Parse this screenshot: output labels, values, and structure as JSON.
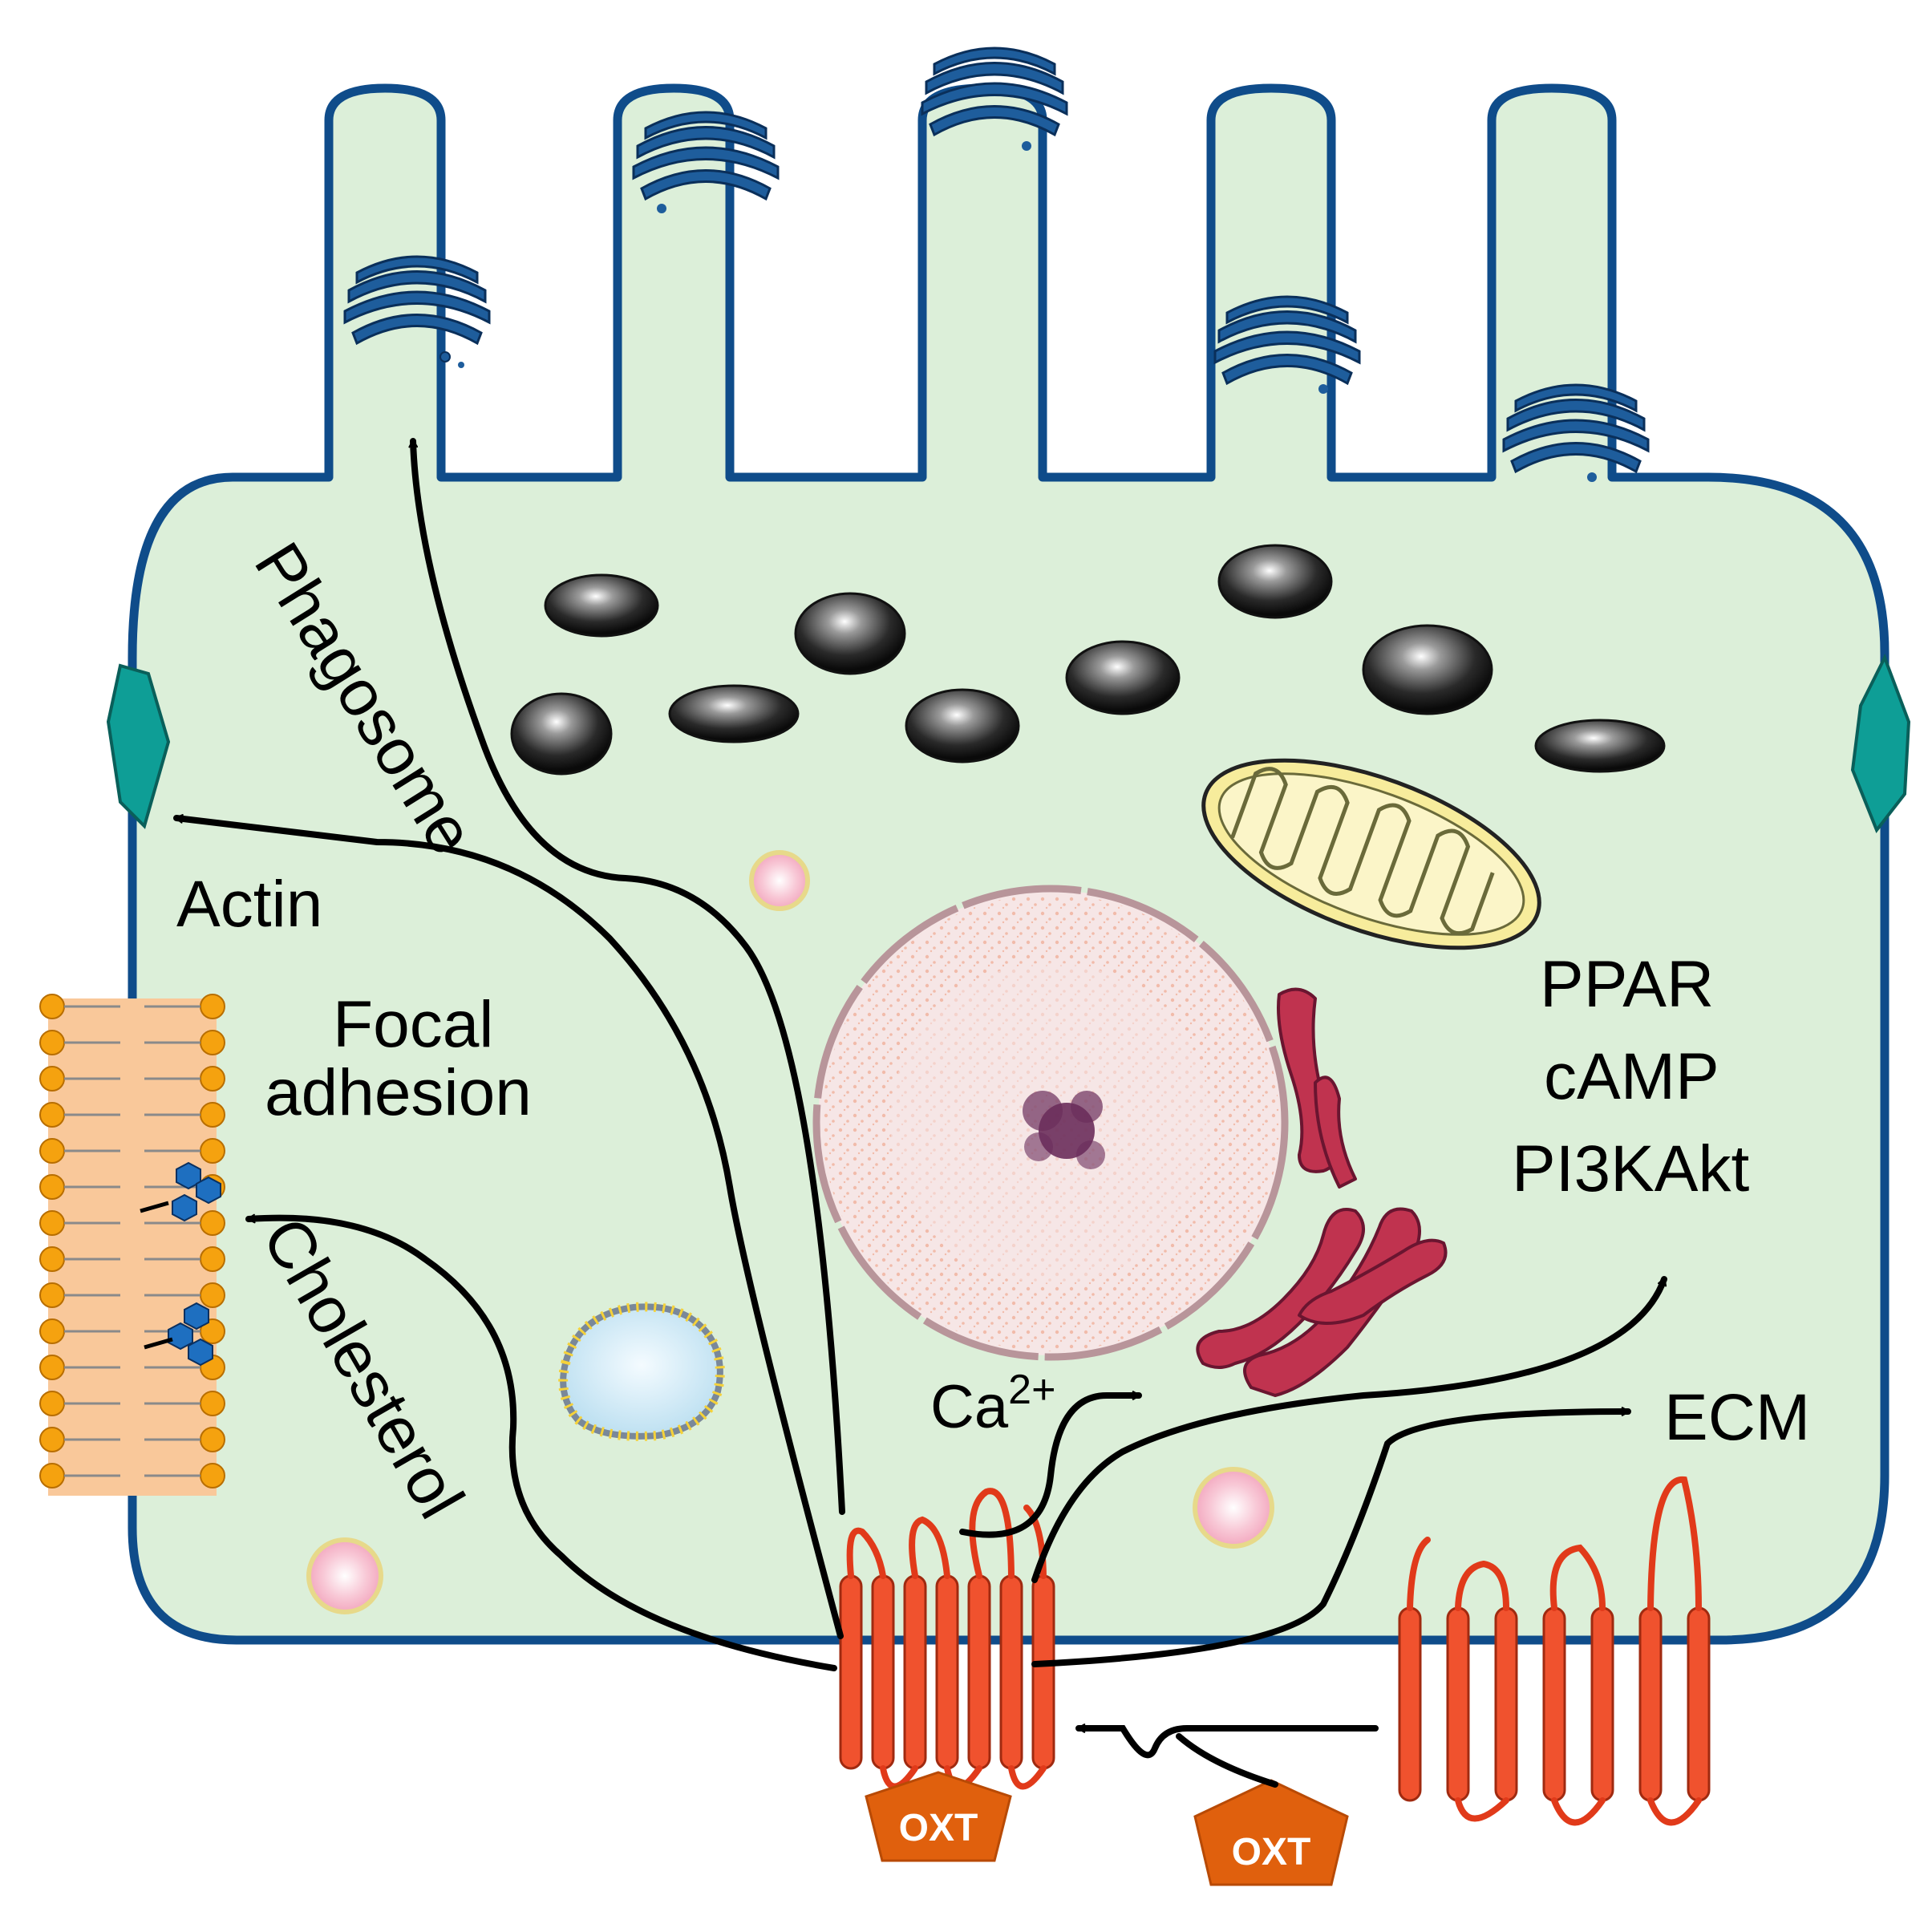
{
  "labels": {
    "phagosome": "Phagosome",
    "actin": "Actin",
    "focal_line1": "Focal",
    "focal_line2": "adhesion",
    "cholesterol": "Cholesterol",
    "ppar": "PPAR",
    "camp": "cAMP",
    "pi3kakt": "PI3KAkt",
    "ca": "Ca",
    "ca_sup": "2+",
    "ecm": "ECM",
    "oxt_bound": "OXT",
    "oxt_free": "OXT"
  },
  "colors": {
    "cytoplasm": "#dcefd9",
    "membrane": "#0f4c8a",
    "receptor": "#f0522e",
    "oxt": "#e0600d",
    "golgi": "#1e5d9c",
    "junction": "#0e9e96",
    "bilayer_head": "#f5a20f",
    "bilayer_core": "#f9c89a",
    "nucleus": "#f6e6e6",
    "chromatin": "#e86a3a",
    "mitochondrion": "#f7ec9c",
    "er": "#c0334f",
    "arrow": "#000000"
  },
  "icons": [
    "golgi-icon",
    "melanosome-icon",
    "mitochondrion-icon",
    "nucleus-icon",
    "endoplasmic-reticulum-icon",
    "lipid-droplet-icon",
    "vesicle-icon",
    "receptor-icon",
    "lipid-bilayer-icon",
    "tight-junction-icon"
  ]
}
